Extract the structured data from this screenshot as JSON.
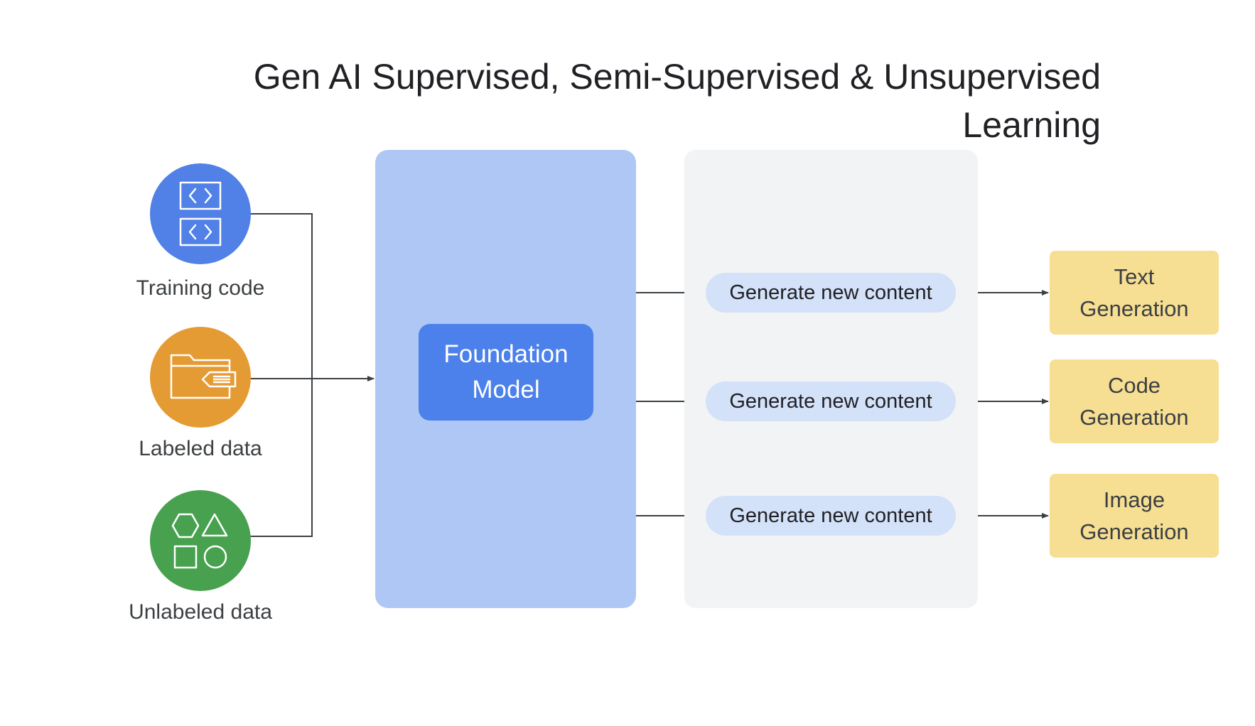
{
  "title": "Gen AI Supervised, Semi-Supervised & Unsupervised Learning",
  "inputs": [
    {
      "label": "Training code",
      "icon": "code-blocks-icon",
      "color": "#5181e6"
    },
    {
      "label": "Labeled data",
      "icon": "folder-tag-icon",
      "color": "#e59b34"
    },
    {
      "label": "Unlabeled data",
      "icon": "shapes-icon",
      "color": "#47a14e"
    }
  ],
  "model": {
    "label": "Foundation\nModel",
    "panel_color": "#aec7f4",
    "box_color": "#4c80ea"
  },
  "generators": [
    {
      "label": "Generate new content"
    },
    {
      "label": "Generate new content"
    },
    {
      "label": "Generate new content"
    }
  ],
  "outputs": [
    {
      "label": "Text\nGeneration"
    },
    {
      "label": "Code\nGeneration"
    },
    {
      "label": "Image\nGeneration"
    }
  ],
  "colors": {
    "generator_panel": "#f1f3f4",
    "generator_pill": "#d3e1f9",
    "output_box": "#f6de92",
    "connector": "#3c4043"
  }
}
